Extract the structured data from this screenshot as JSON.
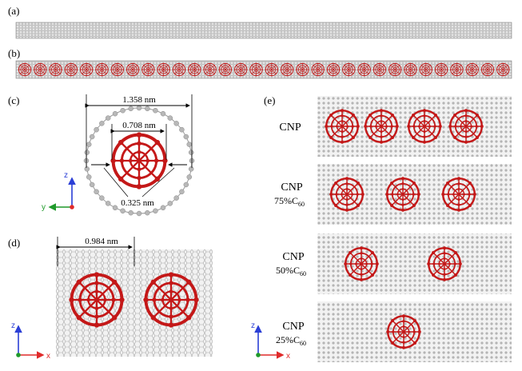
{
  "panels": {
    "a": {
      "label": "(a)"
    },
    "b": {
      "label": "(b)"
    },
    "c": {
      "label": "(c)",
      "outer_diameter": "1.358 nm",
      "fullerene_diameter": "0.708 nm",
      "gap": "0.325 nm"
    },
    "d": {
      "label": "(d)",
      "spacing": "0.984 nm"
    },
    "e": {
      "label": "(e)",
      "rows": [
        {
          "name": "CNP",
          "pct": "",
          "sub": "",
          "fullerenes": 4
        },
        {
          "name": "CNP",
          "pct": "75%C",
          "sub": "60",
          "fullerenes": 3
        },
        {
          "name": "CNP",
          "pct": "50%C",
          "sub": "60",
          "fullerenes": 2
        },
        {
          "name": "CNP",
          "pct": "25%C",
          "sub": "60",
          "fullerenes": 1
        }
      ]
    }
  },
  "axes": {
    "c": {
      "vertical": "z",
      "horizontal": "y"
    },
    "d": {
      "vertical": "z",
      "horizontal": "x"
    },
    "e": {
      "vertical": "z",
      "horizontal": "x"
    }
  },
  "colors": {
    "carbon_tube": "#9a9a9a",
    "fullerene": "#cc1f1f",
    "axis_z": "#2b3fd6",
    "axis_h_green": "#1f9a2a",
    "axis_h_red": "#e02a2a"
  }
}
